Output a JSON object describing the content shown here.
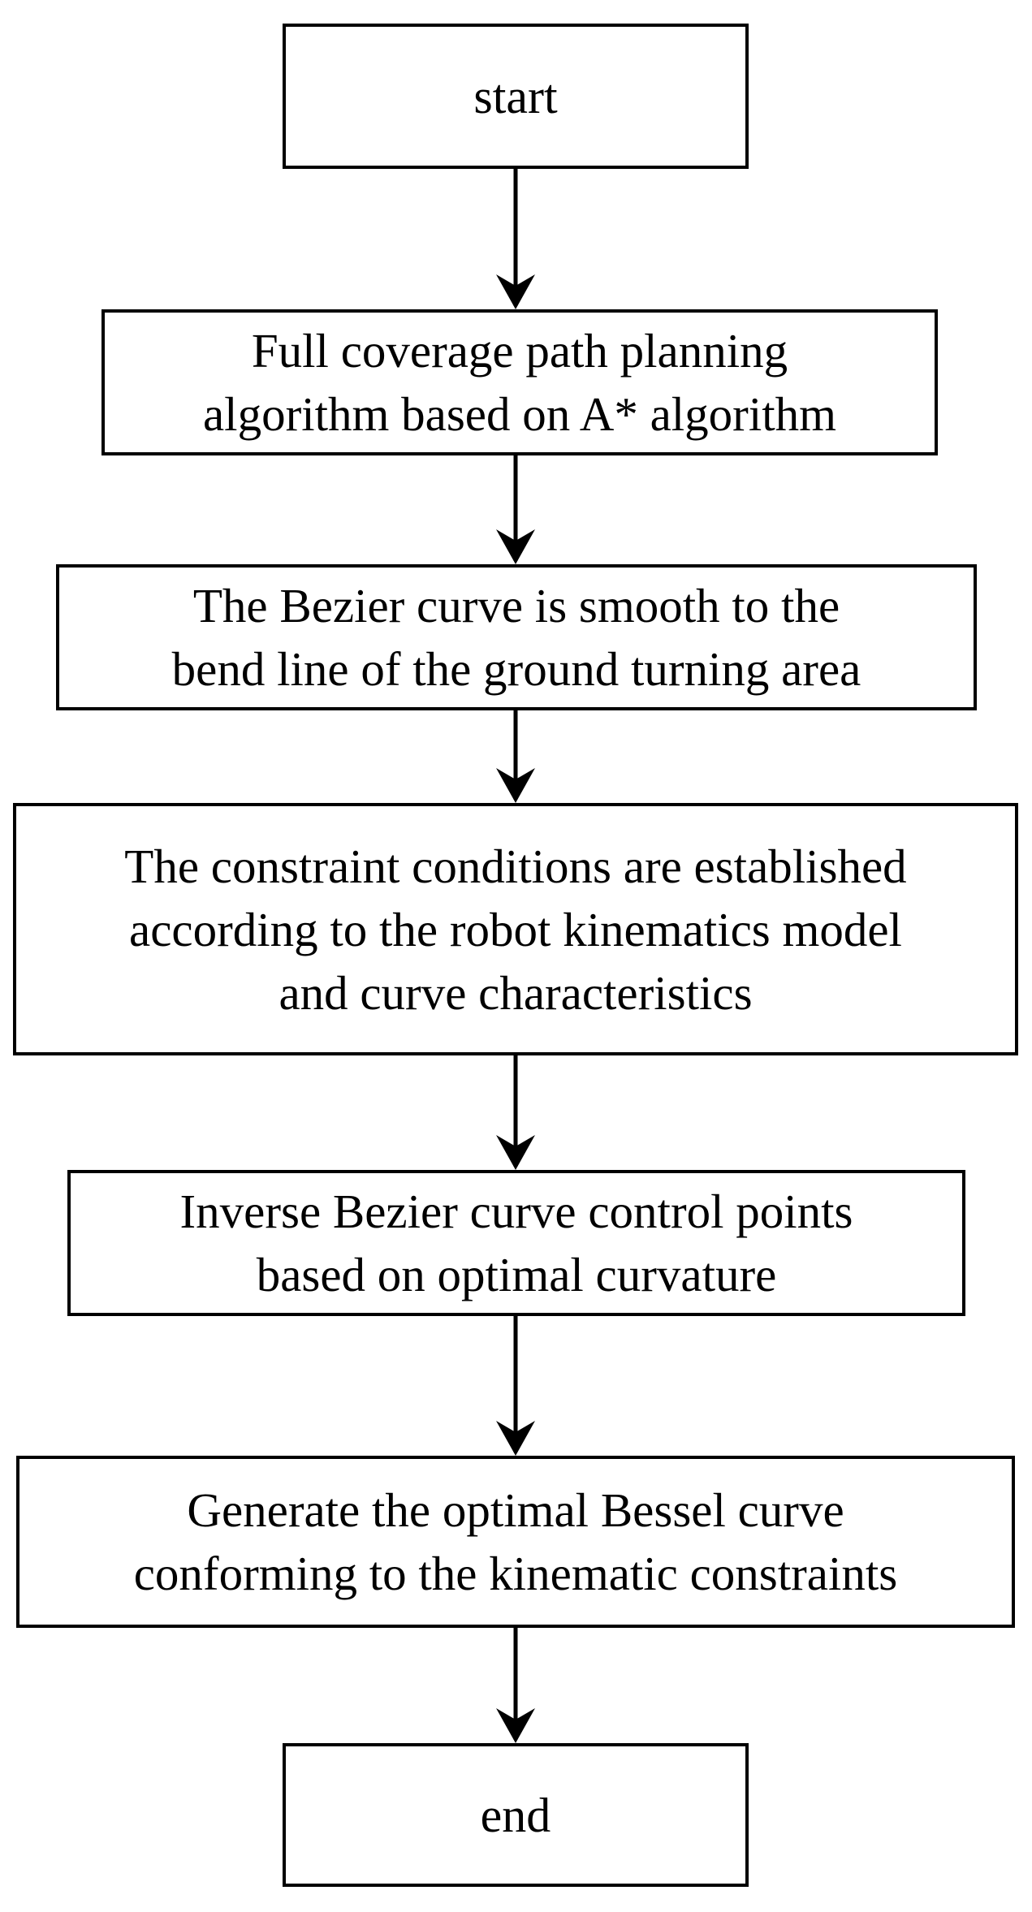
{
  "flowchart": {
    "nodes": [
      {
        "id": "start",
        "shape": "terminal",
        "lines": [
          "start"
        ]
      },
      {
        "id": "step-1",
        "shape": "process",
        "lines": [
          "Full coverage path planning",
          "algorithm based on A* algorithm"
        ]
      },
      {
        "id": "step-2",
        "shape": "process",
        "lines": [
          "The Bezier curve is smooth to the",
          "bend line of the ground turning area"
        ]
      },
      {
        "id": "step-3",
        "shape": "process",
        "lines": [
          "The constraint conditions are established",
          "according to the robot kinematics model",
          "and curve characteristics"
        ]
      },
      {
        "id": "step-4",
        "shape": "process",
        "lines": [
          "Inverse Bezier curve control points",
          "based on optimal curvature"
        ]
      },
      {
        "id": "step-5",
        "shape": "process",
        "lines": [
          "Generate the optimal Bessel curve",
          "conforming to the kinematic constraints"
        ]
      },
      {
        "id": "end",
        "shape": "terminal",
        "lines": [
          "end"
        ]
      }
    ],
    "edges": [
      {
        "from": "start",
        "to": "step-1"
      },
      {
        "from": "step-1",
        "to": "step-2"
      },
      {
        "from": "step-2",
        "to": "step-3"
      },
      {
        "from": "step-3",
        "to": "step-4"
      },
      {
        "from": "step-4",
        "to": "step-5"
      },
      {
        "from": "step-5",
        "to": "end"
      }
    ],
    "colors": {
      "stroke": "#000000",
      "fill": "#ffffff",
      "text": "#000000"
    }
  }
}
